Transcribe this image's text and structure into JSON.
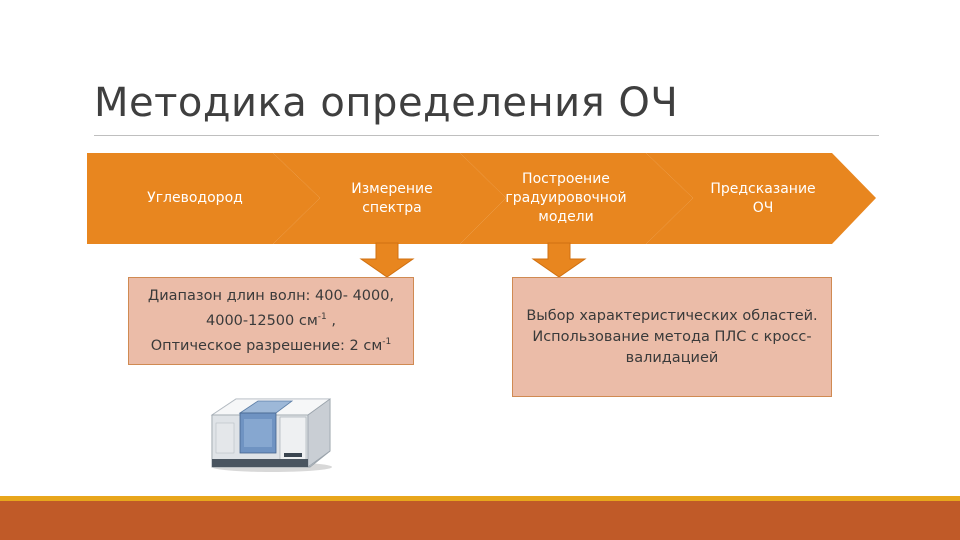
{
  "slide": {
    "title": "Методика определения ОЧ",
    "accent_color": "#e8861f",
    "box_color": "#ebbca8",
    "footer_color": "#c05a28",
    "footer_line_color": "#e8a61c"
  },
  "process_steps": [
    {
      "label": "Углеводород"
    },
    {
      "label": "Измерение спектра"
    },
    {
      "label": "Построение градуировочной модели"
    },
    {
      "label": "Предсказание ОЧ"
    }
  ],
  "spectrum_box": {
    "line1": "Диапазон длин волн: 400- 4000,",
    "line2_prefix": "4000-12500 см",
    "line2_sup": "-1",
    "line2_suffix": " ,",
    "line3_prefix": "Оптическое разрешение: 2 см",
    "line3_sup": "-1"
  },
  "model_box": {
    "line1": "Выбор характеристических областей.",
    "line2": "Использование метода ПЛС с кросс-",
    "line3": "валидацией"
  },
  "device_image": {
    "icon": "ftir-spectrometer-icon"
  }
}
